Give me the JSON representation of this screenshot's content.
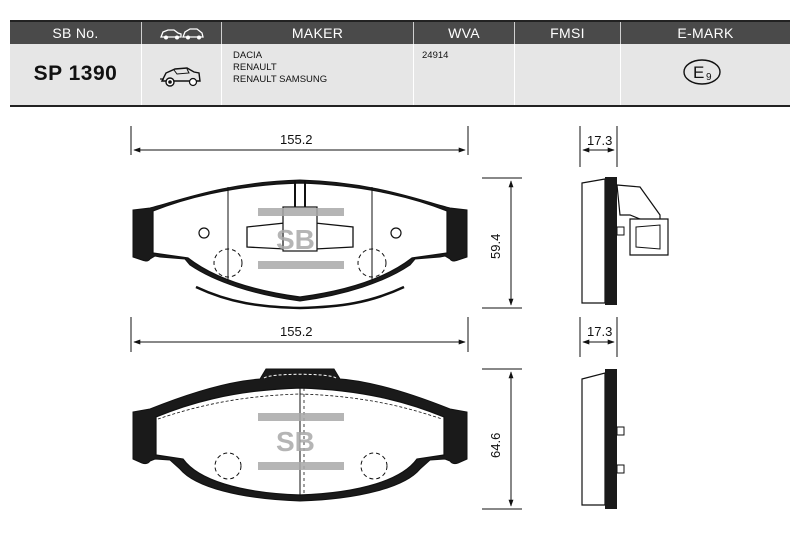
{
  "table": {
    "headers": {
      "sb_no": "SB No.",
      "maker": "MAKER",
      "wva": "WVA",
      "fmsi": "FMSI",
      "emark": "E-MARK"
    },
    "header_icon": "car-pair-icon",
    "row": {
      "sb_no": "SP 1390",
      "car_icon": "car-front-brake-icon",
      "makers": [
        "DACIA",
        "RENAULT",
        "RENAULT SAMSUNG"
      ],
      "wva": "24914",
      "fmsi": "",
      "emark_letter": "E",
      "emark_number": "9"
    }
  },
  "drawing": {
    "pad1": {
      "width": "155.2",
      "height": "59.4",
      "thickness": "17.3"
    },
    "pad2": {
      "width": "155.2",
      "height": "64.6",
      "thickness": "17.3"
    },
    "watermark": "SB",
    "colors": {
      "backing": "#1a1a1a",
      "watermark_bar": "#a9a9a9",
      "header": "#4a4a4a",
      "row_bg": "#e6e6e6"
    }
  }
}
